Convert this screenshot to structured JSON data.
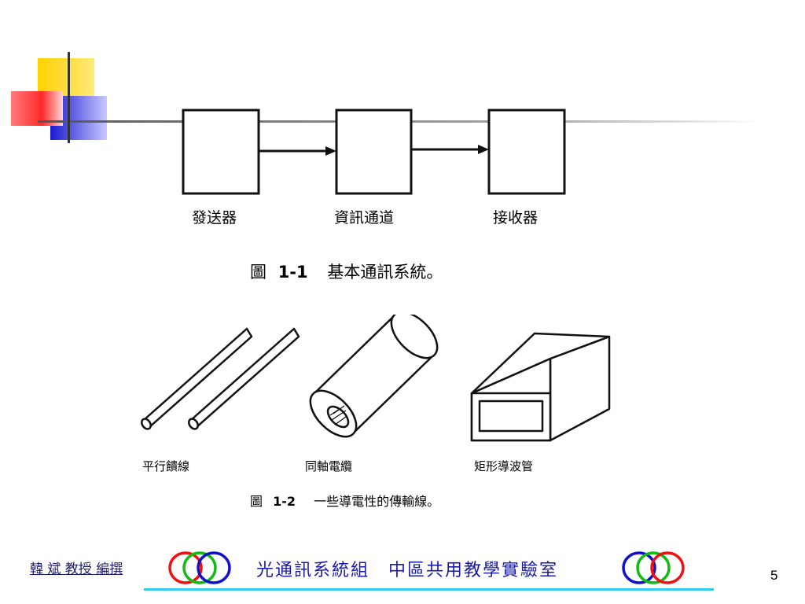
{
  "diagram1": {
    "blocks": [
      {
        "label": "發送器"
      },
      {
        "label": "資訊通道"
      },
      {
        "label": "接收器"
      }
    ],
    "caption_prefix": "圖",
    "caption_number": "1-1",
    "caption_text": "基本通訊系統。"
  },
  "diagram2": {
    "items": [
      {
        "label": "平行饋線"
      },
      {
        "label": "同軸電纜"
      },
      {
        "label": "矩形導波管"
      }
    ],
    "caption_prefix": "圖",
    "caption_number": "1-2",
    "caption_text": "一些導電性的傳輸線。"
  },
  "footer": {
    "author": "韓 斌 教授 編撰",
    "lab": "光通訊系統組　中區共用教學實驗室",
    "page_number": "5"
  },
  "colors": {
    "deco_yellow": "#ffd200",
    "deco_red": "#ff2a2a",
    "deco_blue": "#2a2ad8",
    "footer_line": "#33ccee",
    "footer_text": "#1a1aa8",
    "ring_red": "#ee1111",
    "ring_green": "#11bb11",
    "ring_blue": "#1111cc"
  }
}
